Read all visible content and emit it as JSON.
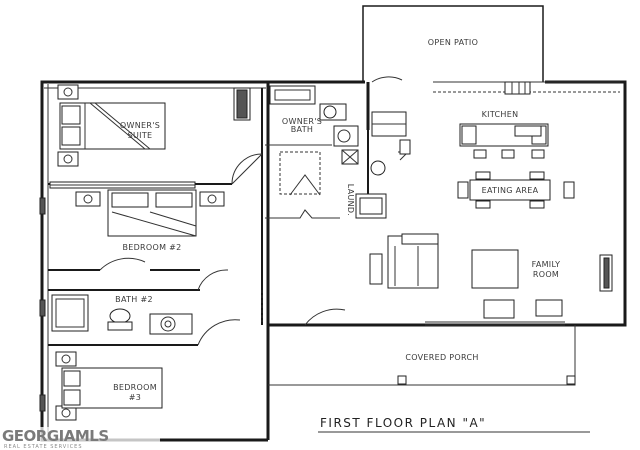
{
  "plan": {
    "title": "FIRST FLOOR PLAN \"A\"",
    "rooms": {
      "open_patio": "OPEN PATIO",
      "kitchen": "KITCHEN",
      "owners_suite": [
        "OWNER'S",
        "SUITE"
      ],
      "owners_bath": [
        "OWNER'S",
        "BATH"
      ],
      "laundry": "LAUND.",
      "eating_area": "EATING AREA",
      "bedroom2": "BEDROOM #2",
      "family_room": [
        "FAMILY",
        "ROOM"
      ],
      "bath2": "BATH #2",
      "covered_porch": "COVERED PORCH",
      "bedroom3": [
        "BEDROOM",
        "#3"
      ]
    }
  },
  "watermark": {
    "brand": "GEORGIAMLS",
    "tagline": "REAL ESTATE SERVICES"
  }
}
